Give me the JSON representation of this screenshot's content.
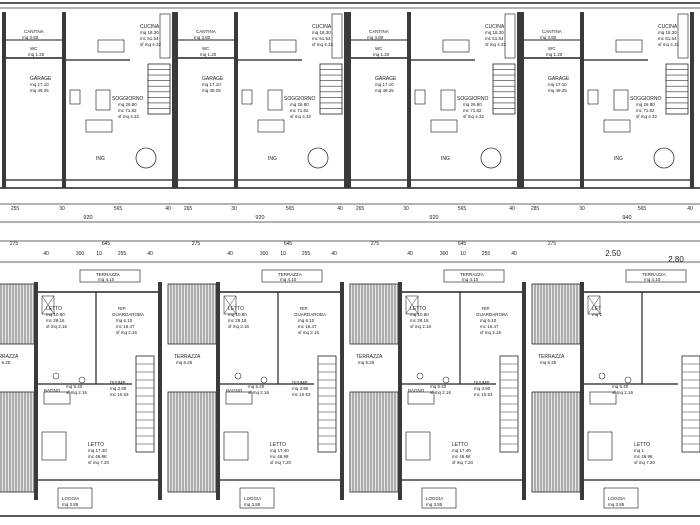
{
  "ground_floor": {
    "units": [
      {
        "cantina": {
          "name": "CANTINA",
          "area": "mq 3.80"
        },
        "wc": {
          "name": "WC",
          "area": "mq 1.20"
        },
        "garage": {
          "name": "GARAGE",
          "l1": "mq 17.10",
          "l2": "mq 49.25"
        },
        "cucina": {
          "name": "CUCINA",
          "l1": "mq 18.30",
          "l2": "mc 51.54",
          "l3": "sf mq 4.32"
        },
        "soggiorno": {
          "name": "SOGGIORNO",
          "l1": "mq 26.80",
          "l2": "mc 71.82",
          "l3": "sf mq 4.32"
        },
        "ing": "ING"
      },
      {
        "cantina": {
          "name": "CANTINA",
          "area": "mq 3.80"
        },
        "wc": {
          "name": "WC",
          "area": "mq 1.20"
        },
        "garage": {
          "name": "GARAGE",
          "l1": "mq 17.10",
          "l2": "mq 49.25"
        },
        "cucina": {
          "name": "CUCINA",
          "l1": "mq 18.30",
          "l2": "mc 51.54",
          "l3": "sf mq 4.32"
        },
        "soggiorno": {
          "name": "SOGGIORNO",
          "l1": "mq 26.80",
          "l2": "mc 71.82",
          "l3": "sf mq 4.32"
        },
        "ing": "ING"
      },
      {
        "cantina": {
          "name": "CANTINA",
          "area": "mq 3.80"
        },
        "wc": {
          "name": "WC",
          "area": "mq 1.20"
        },
        "garage": {
          "name": "GARAGE",
          "l1": "mq 17.10",
          "l2": "mq 49.25"
        },
        "cucina": {
          "name": "CUCINA",
          "l1": "mq 18.30",
          "l2": "mc 51.54",
          "l3": "sf mq 4.32"
        },
        "soggiorno": {
          "name": "SOGGIORNO",
          "l1": "mq 26.80",
          "l2": "mc 71.82",
          "l3": "sf mq 4.32"
        },
        "ing": "ING"
      },
      {
        "cantina": {
          "name": "CANTINA",
          "area": "mq 3.80"
        },
        "wc": {
          "name": "WC",
          "area": "mq 1.20"
        },
        "garage": {
          "name": "GARAGE",
          "l1": "mq 17.10",
          "l2": "mq 49.25"
        },
        "cucina": {
          "name": "CUCINA",
          "l1": "mq 18.30",
          "l2": "mc 51.54",
          "l3": "sf mq 4.32"
        },
        "soggiorno": {
          "name": "SOGGIORNO",
          "l1": "mq 26.80",
          "l2": "mc 71.82",
          "l3": "sf mq 4.32"
        },
        "ing": "ING"
      }
    ],
    "dims_row": [
      "255",
      "30",
      "565",
      "40",
      "265",
      "30",
      "565",
      "40",
      "265",
      "30",
      "565",
      "40",
      "285",
      "30",
      "565",
      "40"
    ],
    "totals": [
      "920",
      "920",
      "920",
      "940"
    ]
  },
  "first_floor": {
    "top_dims": [
      "275",
      "645",
      "275",
      "645",
      "275",
      "645",
      "275"
    ],
    "sub_dims": [
      "40",
      "300",
      "10",
      "255",
      "40",
      "40",
      "300",
      "10",
      "255",
      "40",
      "40",
      "300",
      "10",
      "255",
      "40"
    ],
    "corner_dims": [
      "2.50",
      "2.80"
    ],
    "units": [
      {
        "terrazza_top": {
          "name": "TERRAZZA",
          "area": "mq 4.10"
        },
        "letto1": {
          "name": "LETTO",
          "l1": "mq 10.80",
          "l2": "mc 29.16",
          "l3": "sf mq 2.16"
        },
        "rip": {
          "name": "RIP.",
          "l0": "GUARDAROBA",
          "l1": "mq 6.10",
          "l2": "mc 16.47",
          "l3": "sf mq 2.16"
        },
        "bagno": {
          "name": "BAGNO",
          "l1": "mq 5.40",
          "l2": "sf mq 2.16"
        },
        "disimp": {
          "name": "DISIMP.",
          "l1": "mq 3.90",
          "l2": "mc 10.53"
        },
        "letto2": {
          "name": "LETTO",
          "l1": "mq 17.40",
          "l2": "mc 46.98",
          "l3": "sf mq 7.20"
        },
        "loggia": {
          "name": "LOGGIA",
          "area": "mq 3.85"
        },
        "terrazza_side": {
          "name": "TERRAZZA",
          "area": "mq 6.25"
        }
      },
      {
        "terrazza_top": {
          "name": "TERRAZZA",
          "area": "mq 4.10"
        },
        "letto1": {
          "name": "LETTO",
          "l1": "mq 10.80",
          "l2": "mc 29.16",
          "l3": "sf mq 2.16"
        },
        "rip": {
          "name": "RIP.",
          "l0": "GUARDAROBA",
          "l1": "mq 6.10",
          "l2": "mc 16.47",
          "l3": "sf mq 2.16"
        },
        "bagno": {
          "name": "BAGNO",
          "l1": "mq 5.40",
          "l2": "sf mq 2.16"
        },
        "disimp": {
          "name": "DISIMP.",
          "l1": "mq 3.90",
          "l2": "mc 10.53"
        },
        "letto2": {
          "name": "LETTO",
          "l1": "mq 17.40",
          "l2": "mc 46.98",
          "l3": "sf mq 7.20"
        },
        "loggia": {
          "name": "LOGGIA",
          "area": "mq 3.85"
        },
        "terrazza_side": {
          "name": "TERRAZZA",
          "area": "mq 6.25"
        }
      },
      {
        "terrazza_top": {
          "name": "TERRAZZA",
          "area": "mq 4.10"
        },
        "letto1": {
          "name": "LETTO",
          "l1": "mq 10.80",
          "l2": "mc 29.16",
          "l3": "sf mq 2.16"
        },
        "rip": {
          "name": "RIP.",
          "l0": "GUARDAROBA",
          "l1": "mq 6.10",
          "l2": "mc 16.47",
          "l3": "sf mq 2.16"
        },
        "bagno": {
          "name": "BAGNO",
          "l1": "mq 5.40",
          "l2": "sf mq 2.16"
        },
        "disimp": {
          "name": "DISIMP.",
          "l1": "mq 3.90",
          "l2": "mc 10.53"
        },
        "letto2": {
          "name": "LETTO",
          "l1": "mq 17.40",
          "l2": "mc 46.98",
          "l3": "sf mq 7.20"
        },
        "loggia": {
          "name": "LOGGIA",
          "area": "mq 3.85"
        },
        "terrazza_side": {
          "name": "TERRAZZA",
          "area": "mq 6.25"
        }
      },
      {
        "terrazza_top": {
          "name": "TERRAZZA",
          "area": "mq 4.10"
        },
        "letto1": {
          "name": "LET",
          "l1": "mq 1",
          "l2": "",
          "l3": ""
        },
        "bagno": {
          "name": "",
          "l1": "mq 5.40",
          "l2": "sf mq 2.16"
        },
        "letto2": {
          "name": "LETTO",
          "l1": "mq 1",
          "l2": "mc 46.98",
          "l3": "sf mq 7.20"
        },
        "loggia": {
          "name": "LOGGIA",
          "area": "mq 3.85"
        },
        "terrazza_side": {
          "name": "TERRAZZA",
          "area": "mq 6.25"
        }
      }
    ]
  }
}
